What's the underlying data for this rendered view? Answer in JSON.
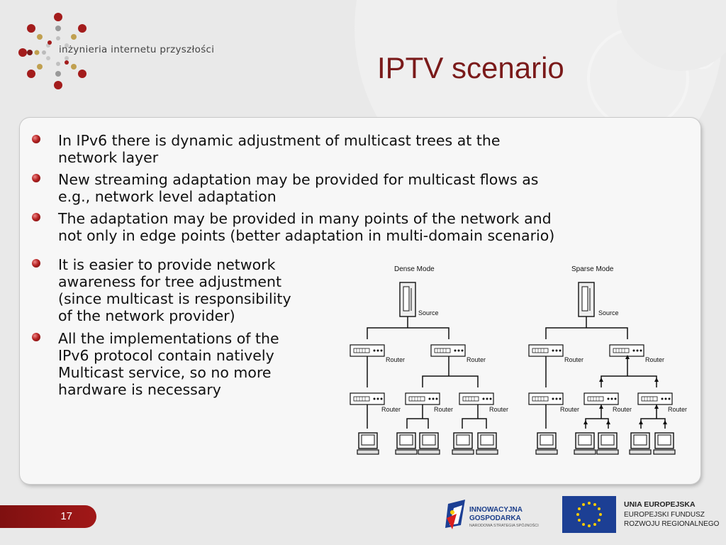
{
  "header": {
    "logo_text": "inżynieria internetu przyszłości",
    "title": "IPTV scenario"
  },
  "bullets": [
    {
      "line1": "In IPv6 there is dynamic adjustment of multicast trees at the",
      "line2": "network layer"
    },
    {
      "line1": "New streaming adaptation may be provided for multicast flows as",
      "line2": "e.g., network level adaptation"
    },
    {
      "line1": "The adaptation may be provided in many points of the network and",
      "line2": "not only in edge points (better adaptation in multi-domain scenario)"
    },
    {
      "line1": "It is easier to provide network",
      "line2": "awareness for tree adjustment",
      "line3": "(since multicast is responsibility",
      "line4": "of the network provider)"
    },
    {
      "line1": "All the implementations of the",
      "line2": "IPv6 protocol contain natively",
      "line3": "Multicast service, so no more",
      "line4": "hardware is necessary"
    }
  ],
  "diagram": {
    "dense_title": "Dense Mode",
    "sparse_title": "Sparse Mode",
    "source_label": "Source",
    "router_label": "Router"
  },
  "footer": {
    "page_number": "17",
    "ig_line1": "INNOWACYJNA",
    "ig_line2": "GOSPODARKA",
    "ig_line3": "NARODOWA STRATEGIA SPÓJNOŚCI",
    "eu_line1": "UNIA EUROPEJSKA",
    "eu_line2": "EUROPEJSKI FUNDUSZ",
    "eu_line3": "ROZWOJU REGIONALNEGO"
  },
  "colors": {
    "accent": "#7a1a1a",
    "bullet": "#b52222",
    "eu_blue": "#1c3f94",
    "eu_star": "#ffcc00"
  }
}
